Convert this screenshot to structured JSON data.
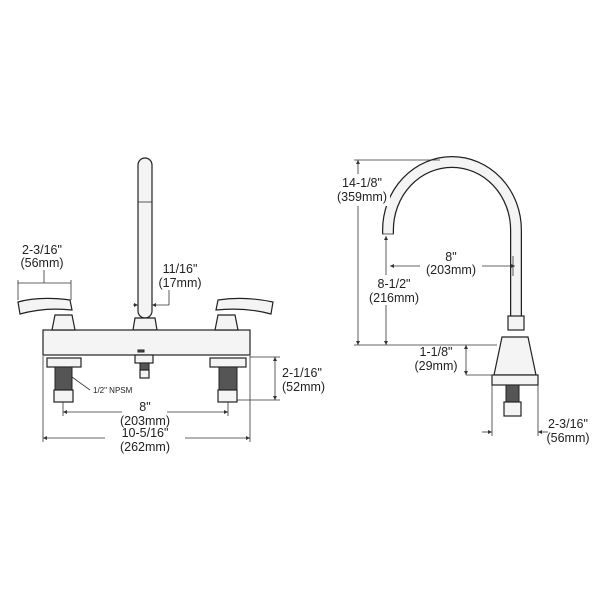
{
  "front_view": {
    "handle_width": {
      "inch": "2-3/16\"",
      "mm": "(56mm)"
    },
    "spout_diameter": {
      "inch": "11/16\"",
      "mm": "(17mm)"
    },
    "shank_height": {
      "inch": "2-1/16\"",
      "mm": "(52mm)"
    },
    "thread_label": "1/2\" NPSM",
    "center_spacing": {
      "inch": "8\"",
      "mm": "(203mm)"
    },
    "overall_width": {
      "inch": "10-5/16\"",
      "mm": "(262mm)"
    }
  },
  "side_view": {
    "overall_height": {
      "inch": "14-1/8\"",
      "mm": "(359mm)"
    },
    "spout_clearance": {
      "inch": "8-1/2\"",
      "mm": "(216mm)"
    },
    "spout_reach": {
      "inch": "8\"",
      "mm": "(203mm)"
    },
    "base_height": {
      "inch": "1-1/8\"",
      "mm": "(29mm)"
    },
    "base_depth": {
      "inch": "2-3/16\"",
      "mm": "(56mm)"
    }
  }
}
